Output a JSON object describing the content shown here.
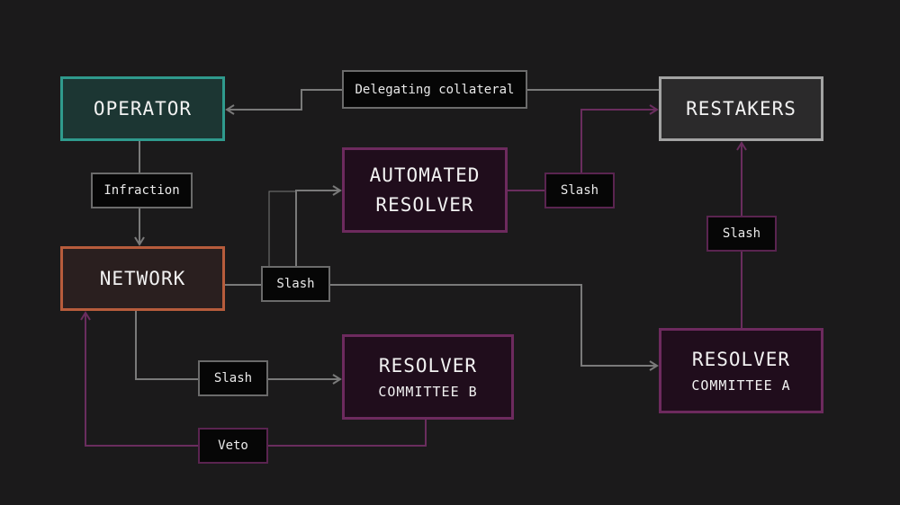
{
  "nodes": {
    "operator": {
      "title": "OPERATOR"
    },
    "restakers": {
      "title": "RESTAKERS"
    },
    "network": {
      "title": "NETWORK"
    },
    "automated_resolver": {
      "title_line1": "AUTOMATED",
      "title_line2": "RESOLVER"
    },
    "resolver_committee_b": {
      "title": "RESOLVER",
      "subtitle": "COMMITTEE B"
    },
    "resolver_committee_a": {
      "title": "RESOLVER",
      "subtitle": "COMMITTEE A"
    }
  },
  "edge_labels": {
    "delegating_collateral": "Delegating collateral",
    "infraction": "Infraction",
    "slash_network": "Slash",
    "slash_automated": "Slash",
    "slash_committee_a": "Slash",
    "slash_committee_b": "Slash",
    "veto": "Veto"
  },
  "colors": {
    "background": "#1b1a1b",
    "operator_border": "#2f9a8d",
    "network_border": "#b75c3c",
    "restakers_border": "#a3a3a3",
    "resolver_border": "#6d2a5e",
    "gray_connector": "#7a7a7a",
    "purple_connector": "#6a2d5e"
  }
}
